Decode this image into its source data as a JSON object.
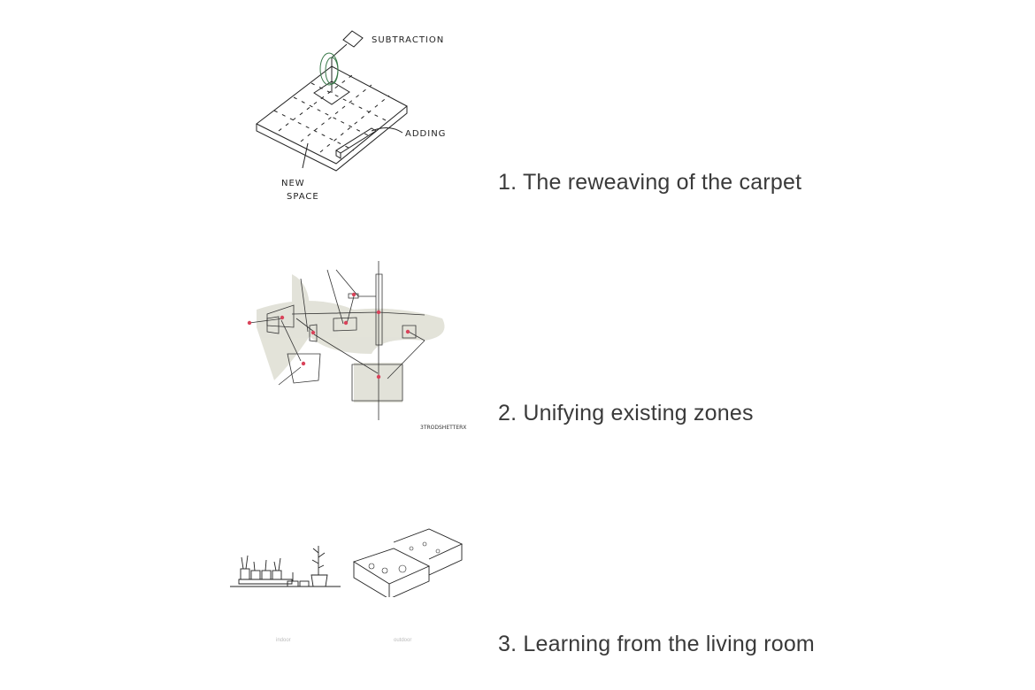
{
  "items": [
    {
      "caption": "1. The reweaving of the carpet",
      "sketch_labels": {
        "subtraction": "SUBTRACTION",
        "adding": "ADDING",
        "new": "NEW",
        "space": "SPACE"
      }
    },
    {
      "caption": "2. Unifying existing zones",
      "signature": "3TRODSHETTERX"
    },
    {
      "caption": "3. Learning from the living room",
      "sub_labels": {
        "indoor": "indoor",
        "outdoor": "outdoor"
      }
    }
  ],
  "colors": {
    "accent_red": "#d9435a",
    "wash": "#d8d8cc",
    "green": "#3a7a4a"
  }
}
